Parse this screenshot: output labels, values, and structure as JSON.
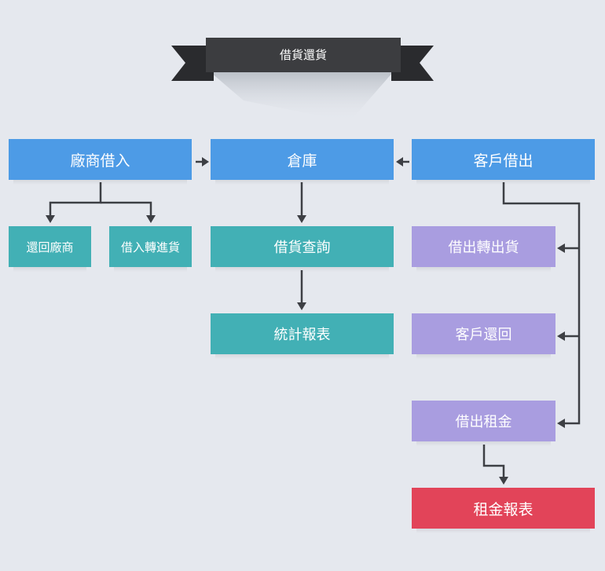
{
  "title": "借貨還貨",
  "colors": {
    "background": "#e5e8ee",
    "ribbon": "#3c3d40",
    "ribbon_tail": "#2a2b2e",
    "lender": "#4d9be6",
    "warehouse_ops": "#42b0b5",
    "customer_ops": "#a99de0",
    "report_highlight": "#e24459",
    "connector": "#3d3f44"
  },
  "nodes": {
    "supplier_borrow": "廠商借入",
    "warehouse": "倉庫",
    "customer_lend": "客戶借出",
    "return_supplier": "還回廠商",
    "borrow_to_purchase": "借入轉進貨",
    "borrow_query": "借貨查詢",
    "statistics_report": "統計報表",
    "lend_to_sale": "借出轉出貨",
    "customer_return": "客戶還回",
    "lend_rent": "借出租金",
    "rent_report": "租金報表"
  },
  "edges": [
    [
      "supplier_borrow",
      "warehouse"
    ],
    [
      "customer_lend",
      "warehouse"
    ],
    [
      "supplier_borrow",
      "return_supplier"
    ],
    [
      "supplier_borrow",
      "borrow_to_purchase"
    ],
    [
      "warehouse",
      "borrow_query"
    ],
    [
      "borrow_query",
      "statistics_report"
    ],
    [
      "customer_lend",
      "lend_to_sale"
    ],
    [
      "customer_lend",
      "customer_return"
    ],
    [
      "customer_lend",
      "lend_rent"
    ],
    [
      "lend_rent",
      "rent_report"
    ]
  ]
}
